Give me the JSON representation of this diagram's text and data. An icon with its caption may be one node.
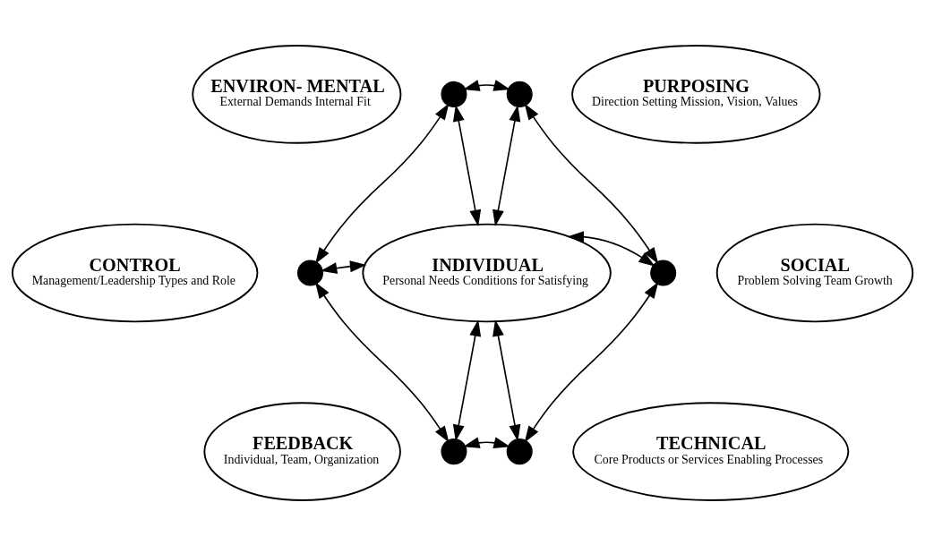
{
  "diagram": {
    "nodes": [
      {
        "text": [
          "ENVIRON- MENTAL",
          "External Demands Internal Fit"
        ]
      },
      {
        "text": [],
        "shape": "circle"
      },
      {
        "text": [],
        "shape": "circle"
      },
      {
        "text": [
          "PURPOSING",
          "Direction Setting Mission, Vision, Values"
        ]
      },
      {
        "text": [
          "CONTROL",
          "Management/Leadership Types and Role"
        ]
      },
      {
        "text": [],
        "shape": "circle"
      },
      {
        "text": [
          "INDIVIDUAL",
          "Personal Needs Conditions for Satisfying"
        ]
      },
      {
        "text": [],
        "shape": "circle"
      },
      {
        "text": [
          "SOCIAL",
          "Problem Solving Team Growth"
        ]
      },
      {
        "text": [
          "FEEDBACK",
          "Individual, Team, Organization"
        ]
      },
      {
        "text": [],
        "shape": "circle"
      },
      {
        "text": [],
        "shape": "circle"
      },
      {
        "text": [
          "TECHNICAL",
          "Core Products or Services Enabling Processes"
        ]
      }
    ],
    "edges": [
      {
        "from": 1,
        "to": 2,
        "arrow": "both"
      },
      {
        "from": 1,
        "to": 6,
        "arrow": "both"
      },
      {
        "from": 1,
        "to": 5,
        "arrow": "both"
      },
      {
        "from": 2,
        "to": 6,
        "arrow": "both"
      },
      {
        "from": 2,
        "to": 7,
        "arrow": "both"
      },
      {
        "from": 5,
        "to": 6,
        "arrow": "both"
      },
      {
        "from": 5,
        "to": 10,
        "arrow": "both"
      },
      {
        "from": 6,
        "to": 7,
        "arrow": "both"
      },
      {
        "from": 6,
        "to": 10,
        "arrow": "both"
      },
      {
        "from": 6,
        "to": 11,
        "arrow": "both"
      },
      {
        "from": 7,
        "to": 11,
        "arrow": "both"
      },
      {
        "from": 10,
        "to": 11,
        "arrow": "both"
      }
    ]
  }
}
